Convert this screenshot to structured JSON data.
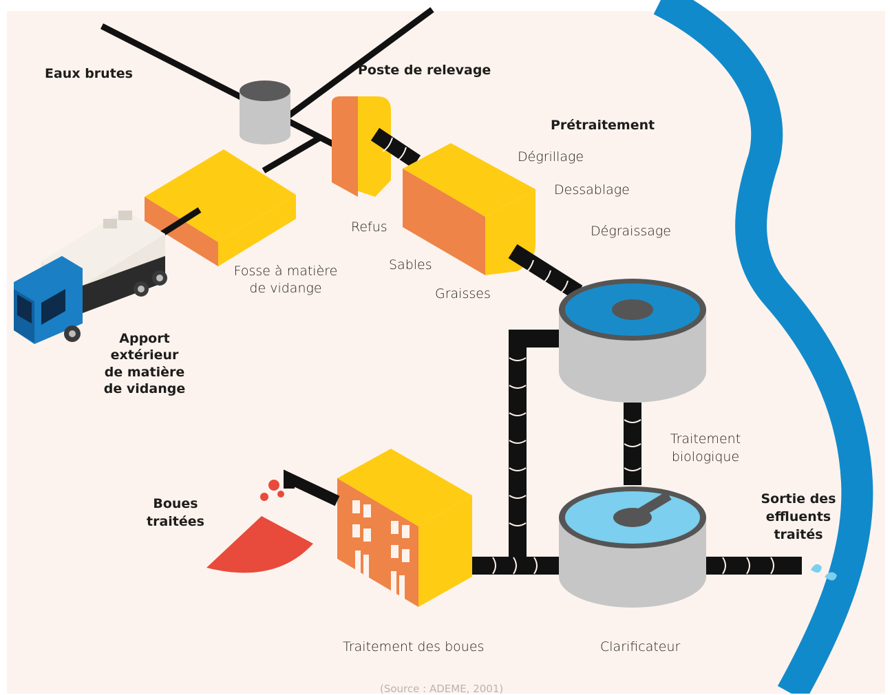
{
  "labels": {
    "eaux_brutes": "Eaux brutes",
    "poste_relevage": "Poste de relevage",
    "pretraitement": "Prétraitement",
    "degrillage": "Dégrillage",
    "dessablage": "Dessablage",
    "degraissage": "Dégraissage",
    "refus": "Refus",
    "sables": "Sables",
    "graisses": "Graisses",
    "fosse_1": "Fosse à matière",
    "fosse_2": "de vidange",
    "apport_1": "Apport",
    "apport_2": "extérieur",
    "apport_3": "de matière",
    "apport_4": "de vidange",
    "traitement_bio_1": "Traitement",
    "traitement_bio_2": "biologique",
    "boues_1": "Boues",
    "boues_2": "traitées",
    "sortie_1": "Sortie des",
    "sortie_2": "effluents",
    "sortie_3": "traités",
    "traitement_boues": "Traitement des boues",
    "clarificateur": "Clarificateur",
    "source": "(Source : ADEME, 2001)"
  },
  "colors": {
    "background": "#fdf3ee",
    "pipe": "#111111",
    "yellow": "#ffcc14",
    "orange": "#ee8447",
    "river": "#118acb",
    "tank_gray": "#c6c6c6",
    "tank_blue": "#1a8bc9",
    "clarifier_blue": "#7ccfee",
    "sludge_red": "#e84a3b",
    "truck_blue": "#1a7fc4",
    "tanker": "#ede7df"
  }
}
